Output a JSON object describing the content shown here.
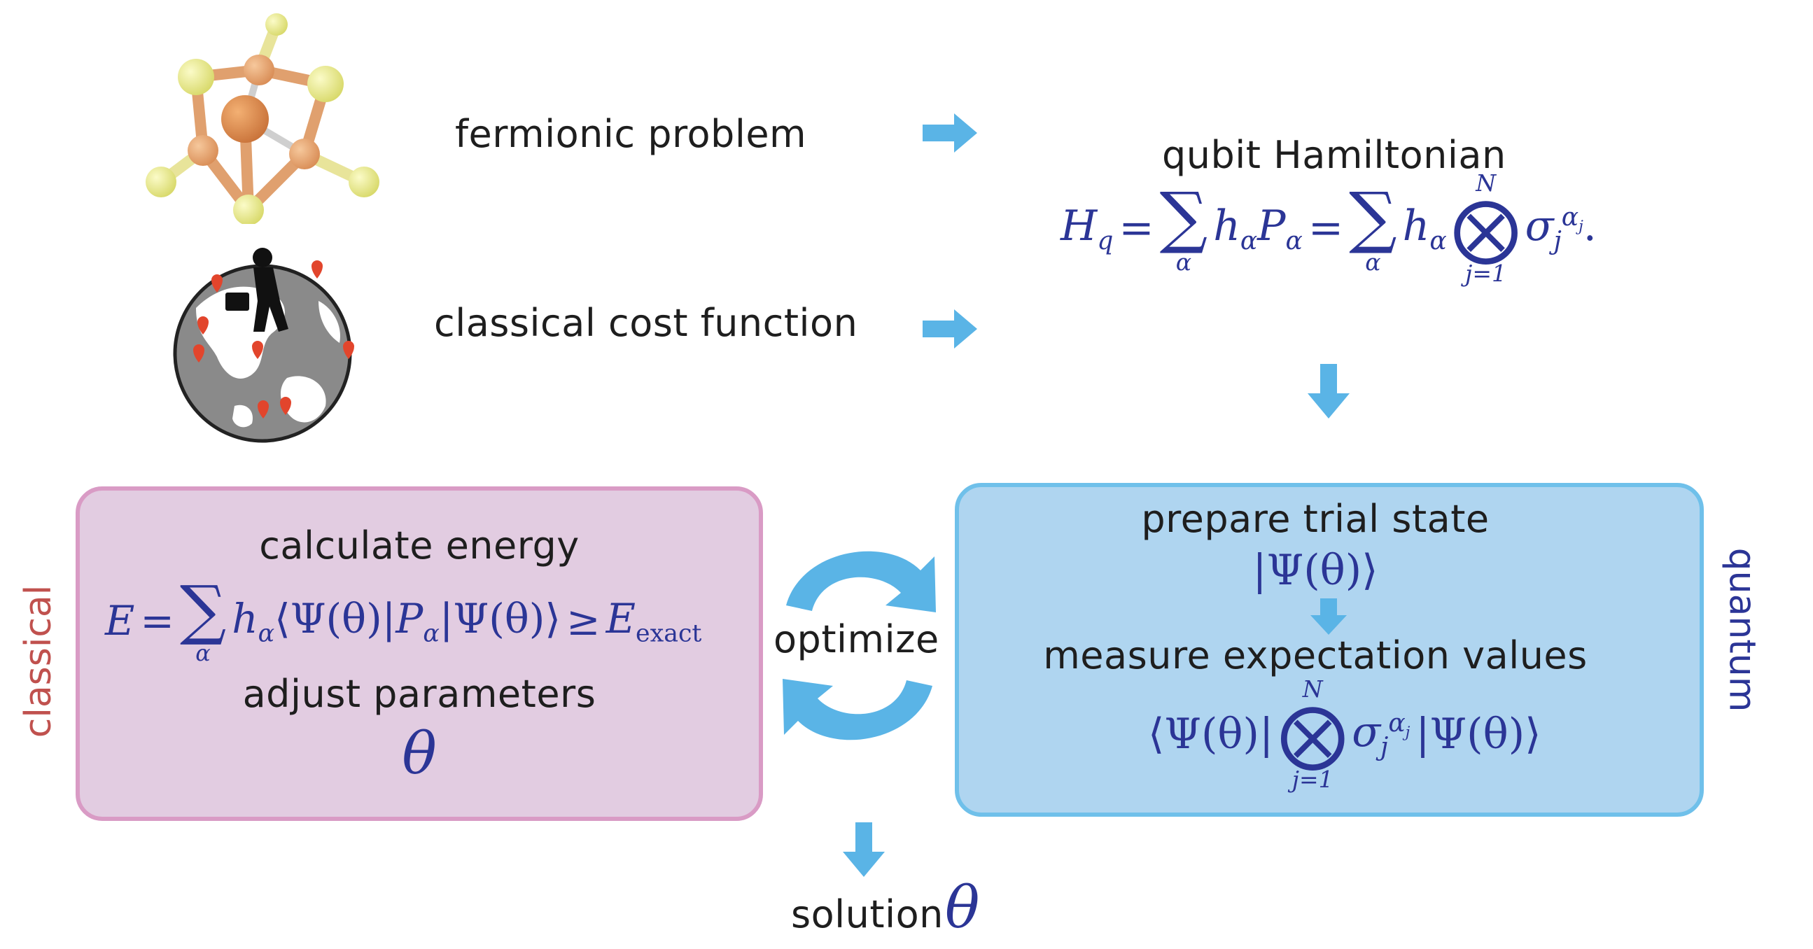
{
  "top": {
    "fermionic_label": "fermionic problem",
    "classical_cost_label": "classical cost function",
    "qubit_label": "qubit Hamiltonian"
  },
  "equations": {
    "hamiltonian": {
      "lhs": "H",
      "lhs_sub": "q",
      "eq": "=",
      "sum": "∑",
      "sum_index": "α",
      "term1": "h",
      "term1_sub": "α",
      "term2": "P",
      "term2_sub": "α",
      "tensor": "⨂",
      "tensor_upper": "N",
      "tensor_lower": "j=1",
      "sigma": "σ",
      "sigma_sub": "j",
      "sigma_sup": "α",
      "sigma_sup_sub": "j",
      "end": "."
    },
    "energy": {
      "lhs": "E",
      "eq": "=",
      "sum": "∑",
      "sum_index": "α",
      "h": "h",
      "h_sub": "α",
      "bracket": "⟨Ψ(θ)|",
      "P": "P",
      "P_sub": "α",
      "ket": "|Ψ(θ)⟩",
      "geq": "≥",
      "rhs": "E",
      "rhs_sub": "exact"
    },
    "trial_state": "|Ψ(θ)⟩",
    "expectation": {
      "bra": "⟨Ψ(θ)|",
      "tensor": "⨂",
      "upper": "N",
      "lower": "j=1",
      "sigma": "σ",
      "sigma_sub": "j",
      "sigma_sup": "α",
      "sigma_sup_sub": "j",
      "ket": "|Ψ(θ)⟩"
    }
  },
  "classical_box": {
    "side_label": "classical",
    "calc_label": "calculate energy",
    "adjust_label": "adjust parameters",
    "theta": "θ"
  },
  "quantum_box": {
    "side_label": "quantum",
    "prepare_label": "prepare trial state",
    "measure_label": "measure expectation values"
  },
  "loop": {
    "optimize_label": "optimize"
  },
  "bottom": {
    "solution_label": "solution",
    "theta": "θ"
  },
  "colors": {
    "arrow": "#5ab4e6",
    "math": "#2b3596",
    "classical_fill": "#e2cce1",
    "classical_border": "#d99bc5",
    "quantum_fill": "#afd5f0",
    "quantum_border": "#6fc0ea",
    "classical_side": "#c0514e"
  }
}
